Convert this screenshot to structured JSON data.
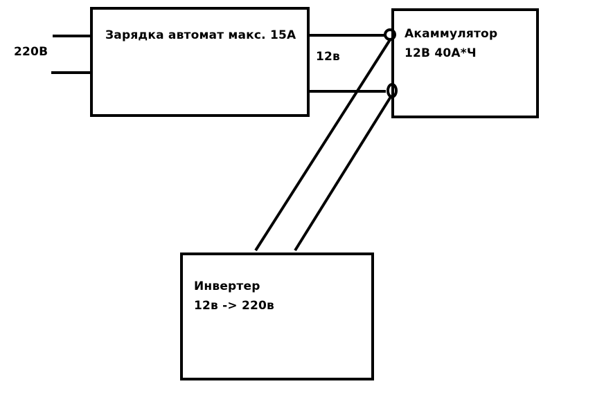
{
  "input_voltage_label": "220В",
  "charger": {
    "title": "Зарядка автомат макс. 15А"
  },
  "output_voltage_label": "12в",
  "battery": {
    "line1": "Акаммулятор",
    "line2": "12В 40А*Ч"
  },
  "inverter": {
    "line1": "Инвертер",
    "line2": "12в -> 220в"
  },
  "colors": {
    "stroke": "#000000",
    "background": "#ffffff"
  }
}
